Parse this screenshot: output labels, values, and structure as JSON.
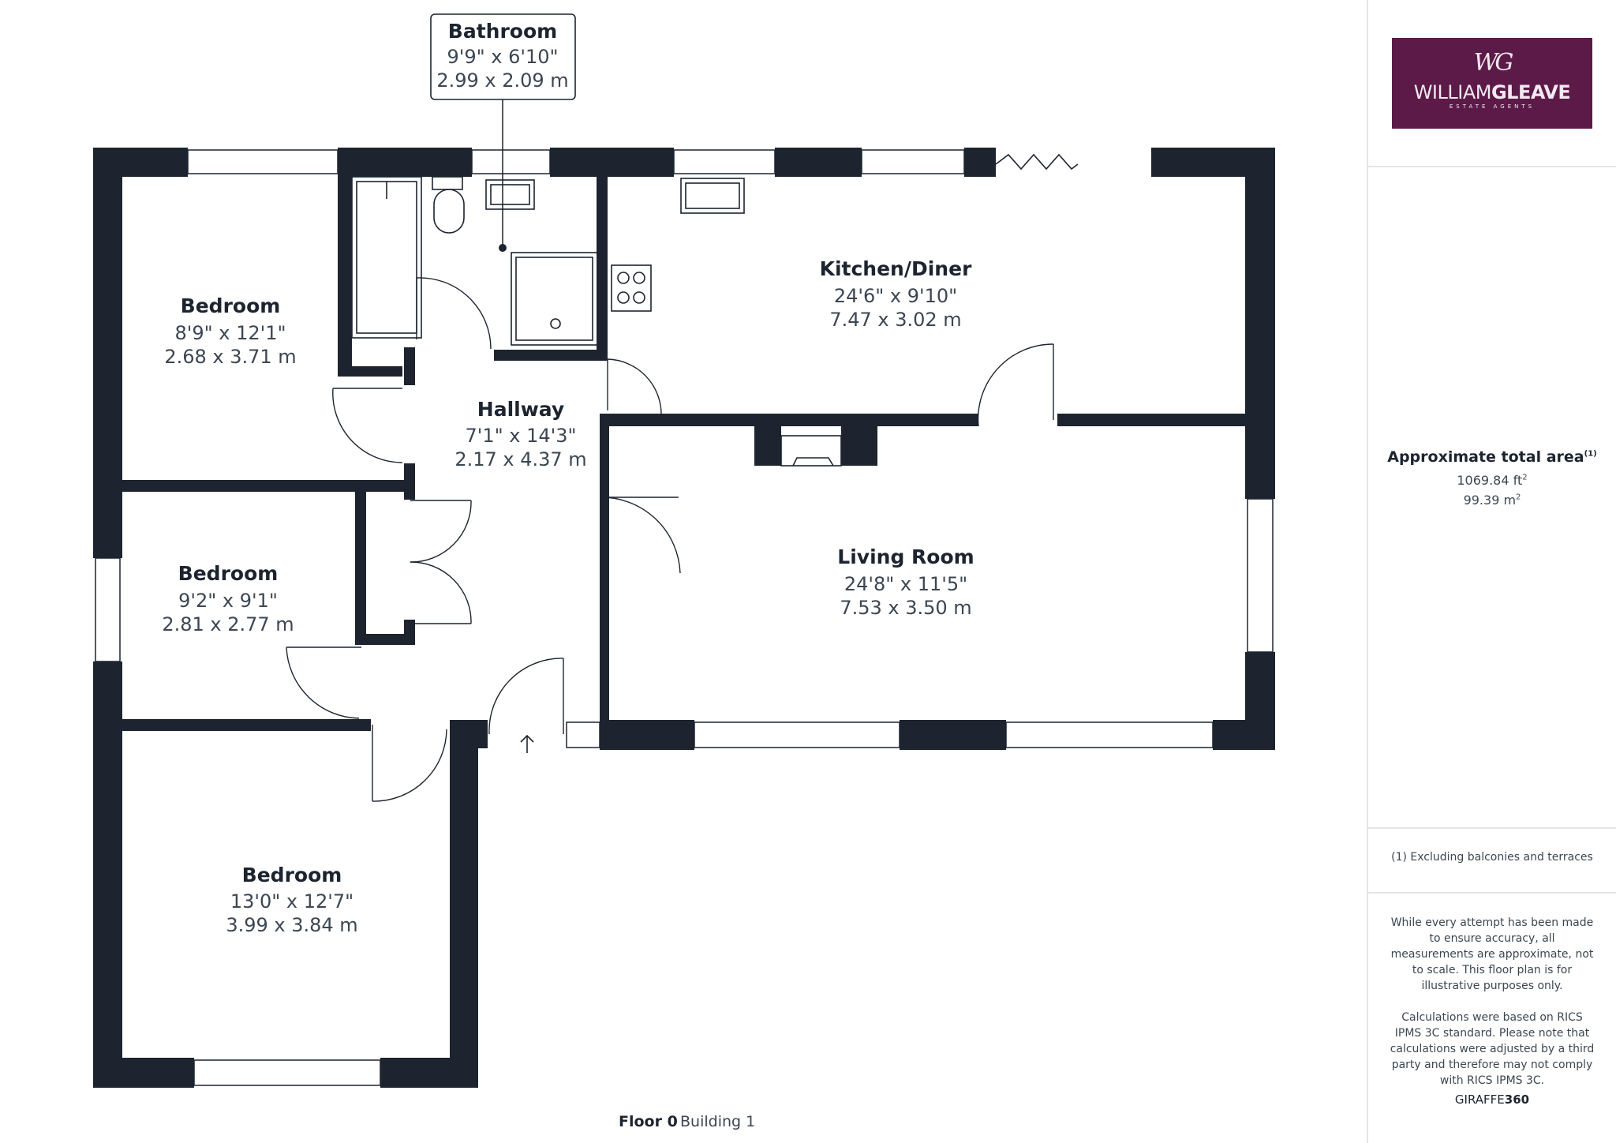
{
  "rooms": {
    "bathroom": {
      "name": "Bathroom",
      "imperial": "9'9\" x 6'10\"",
      "metric": "2.99 x 2.09 m"
    },
    "kitchen": {
      "name": "Kitchen/Diner",
      "imperial": "24'6\" x 9'10\"",
      "metric": "7.47 x 3.02 m"
    },
    "bedroom1": {
      "name": "Bedroom",
      "imperial": "8'9\" x 12'1\"",
      "metric": "2.68 x 3.71 m"
    },
    "hallway": {
      "name": "Hallway",
      "imperial": "7'1\" x 14'3\"",
      "metric": "2.17 x 4.37 m"
    },
    "bedroom2": {
      "name": "Bedroom",
      "imperial": "9'2\" x 9'1\"",
      "metric": "2.81 x 2.77 m"
    },
    "living": {
      "name": "Living Room",
      "imperial": "24'8\" x 11'5\"",
      "metric": "7.53 x 3.50 m"
    },
    "bedroom3": {
      "name": "Bedroom",
      "imperial": "13'0\" x 12'7\"",
      "metric": "3.99 x 3.84 m"
    }
  },
  "floor": {
    "label": "Floor 0",
    "building": "Building 1"
  },
  "logo": {
    "monogram": "WG",
    "brand_light": "WILLIAM",
    "brand_bold": "GLEAVE",
    "subtitle": "ESTATE AGENTS",
    "bg_color": "#5c1a49"
  },
  "area": {
    "title": "Approximate total area",
    "note_marker": "(1)",
    "sqft": "1069.84 ft",
    "sqft_sup": "2",
    "sqm": "99.39 m",
    "sqm_sup": "2"
  },
  "footnote": "(1) Excluding balconies and terraces",
  "disclaimer": {
    "p1": "While every attempt has been made to ensure accuracy, all measurements are approximate, not to scale. This floor plan is for illustrative purposes only.",
    "p2": "Calculations were based on RICS IPMS 3C standard. Please note that calculations were adjusted by a third party and therefore may not comply with RICS IPMS 3C."
  },
  "credit": {
    "light": "GIRAFFE",
    "bold": "360"
  },
  "colors": {
    "wall": "#1d2430",
    "text": "#1d2430",
    "muted": "#3c4652"
  }
}
